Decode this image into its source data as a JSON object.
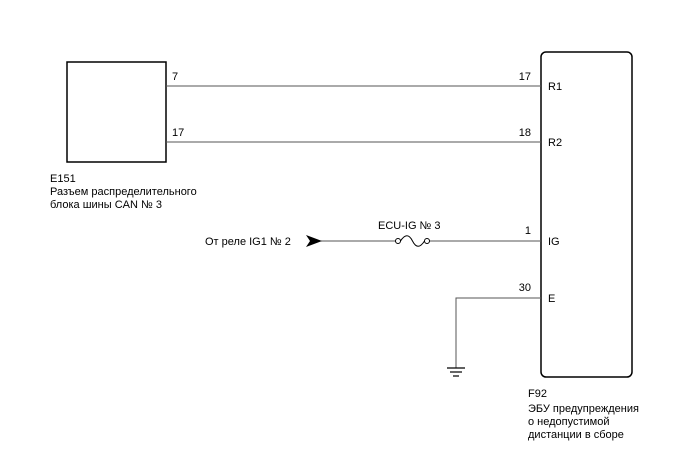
{
  "e151": {
    "code": "E151",
    "desc_line1": "Разъем распределительного",
    "desc_line2": "блока шины CAN № 3",
    "pin_r1": "7",
    "pin_r2": "17"
  },
  "f92": {
    "code": "F92",
    "desc_line1": "ЭБУ предупреждения",
    "desc_line2": "о недопустимой",
    "desc_line3": "дистанции в сборе",
    "pins": {
      "r1": {
        "num": "17",
        "name": "R1"
      },
      "r2": {
        "num": "18",
        "name": "R2"
      },
      "ig": {
        "num": "1",
        "name": "IG"
      },
      "e": {
        "num": "30",
        "name": "E"
      }
    }
  },
  "source_label": "От реле IG1 № 2",
  "fuse_label": "ECU-IG № 3",
  "colors": {
    "line": "#555555",
    "box": "#000000"
  }
}
